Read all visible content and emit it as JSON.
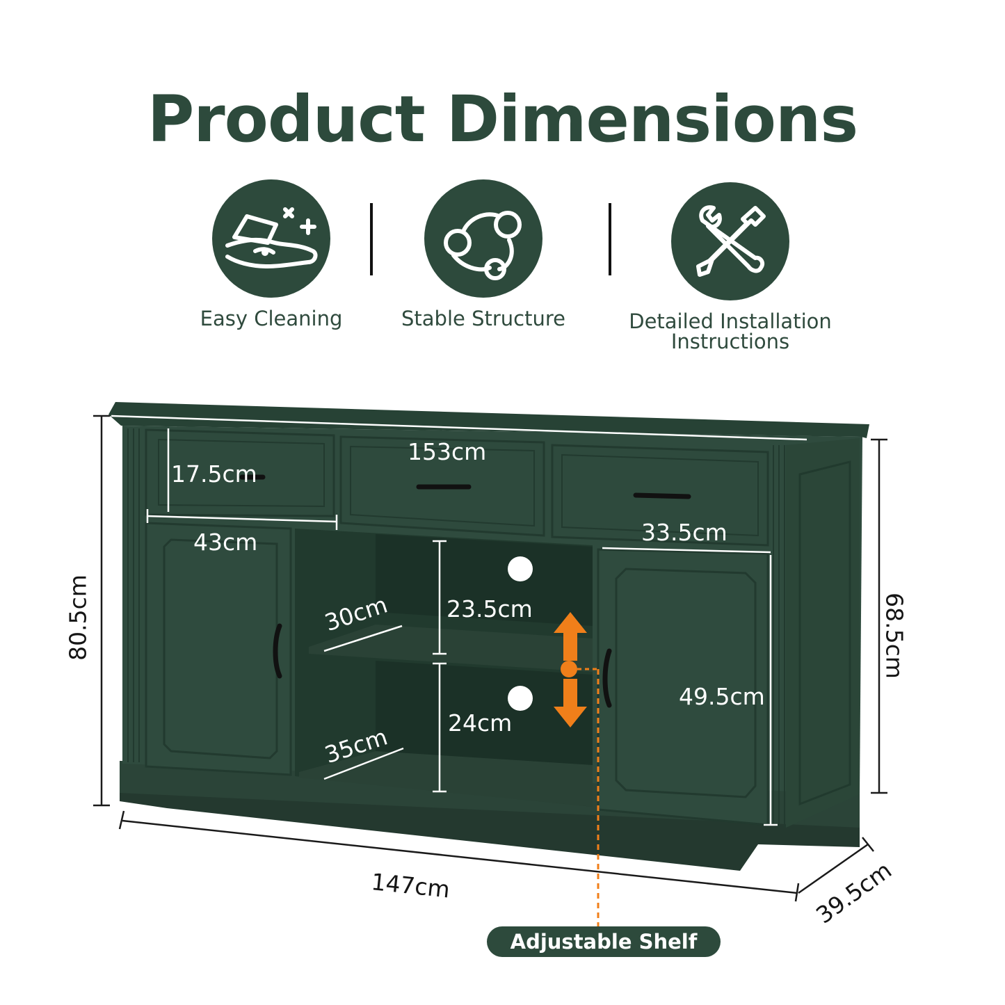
{
  "title": "Product Dimensions",
  "colors": {
    "brand_green": "#2d4a3c",
    "cabinet": "#2e4b3d",
    "accent_orange": "#f07f1a"
  },
  "features": [
    {
      "label": "Easy Cleaning",
      "icon": "hand-cleaning-icon"
    },
    {
      "label": "Stable Structure",
      "icon": "triangle-nodes-icon"
    },
    {
      "label_line1": "Detailed Installation",
      "label_line2": "Instructions",
      "icon": "wrench-screwdriver-icon"
    }
  ],
  "dimensions": {
    "top_width": "153cm",
    "drawer_height": "17.5cm",
    "drawer_width": "43cm",
    "side_drawer_width": "33.5cm",
    "total_height": "80.5cm",
    "body_height": "68.5cm",
    "upper_shelf_height": "23.5cm",
    "lower_shelf_height": "24cm",
    "upper_shelf_depth": "30cm",
    "lower_shelf_depth": "35cm",
    "door_height": "49.5cm",
    "bottom_width": "147cm",
    "depth": "39.5cm"
  },
  "adjustable_shelf_label": "Adjustable Shelf"
}
